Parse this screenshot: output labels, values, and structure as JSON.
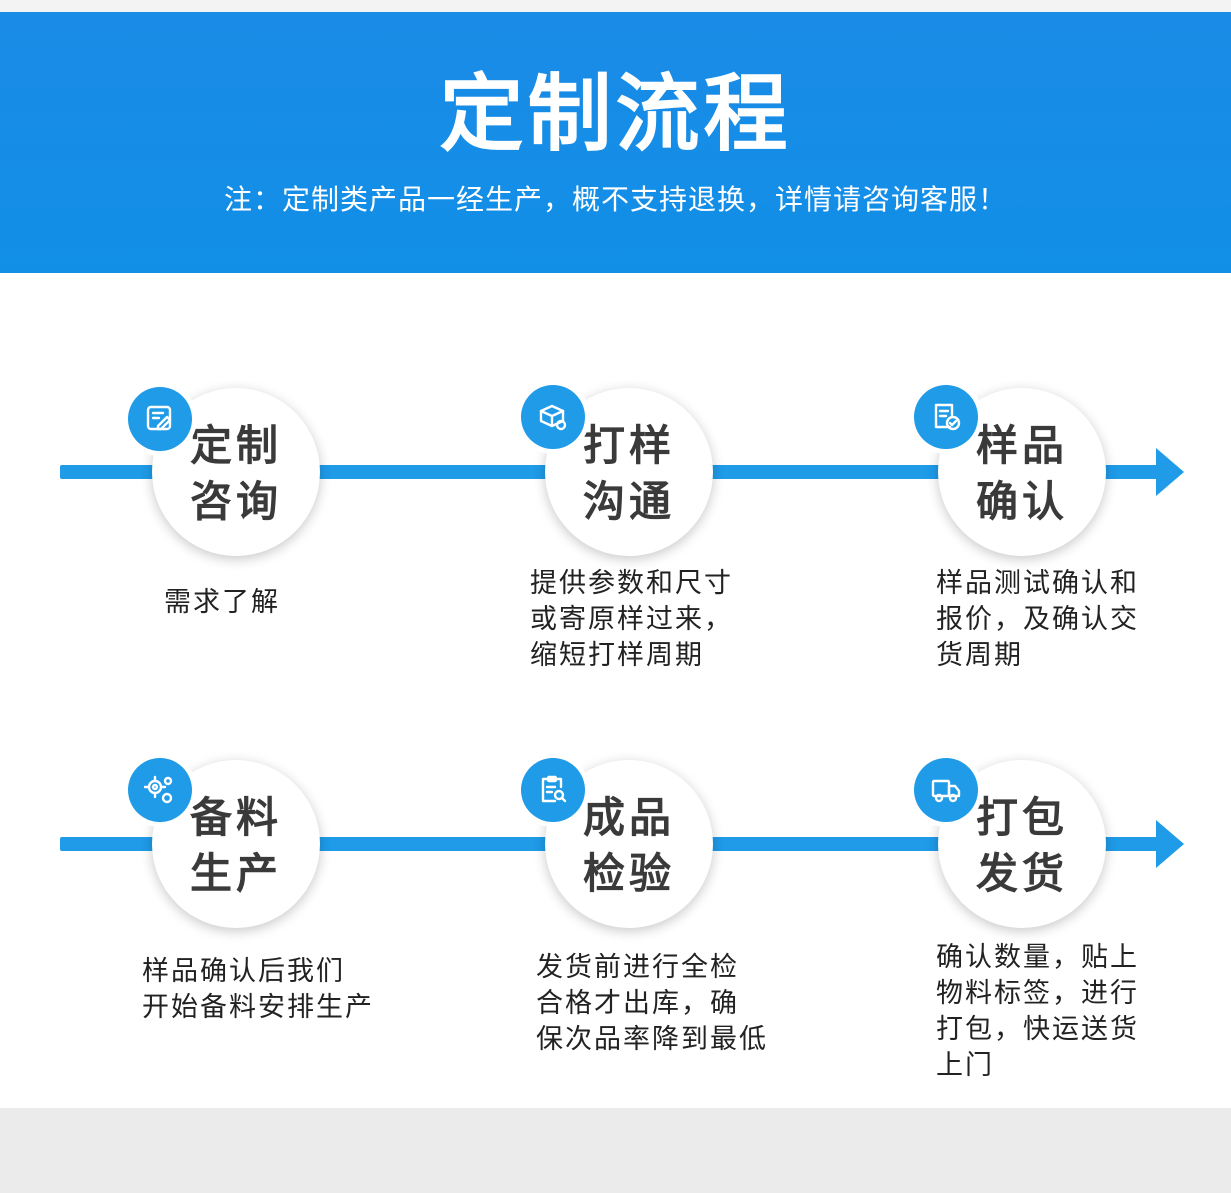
{
  "header": {
    "title": "定制流程",
    "note": "注：定制类产品一经生产，概不支持退换，详情请咨询客服！"
  },
  "steps": [
    {
      "line1": "定制",
      "line2": "咨询",
      "icon": "edit-doc-icon",
      "desc": "需求了解"
    },
    {
      "line1": "打样",
      "line2": "沟通",
      "icon": "box-gear-icon",
      "desc": "提供参数和尺寸\n或寄原样过来，\n缩短打样周期"
    },
    {
      "line1": "样品",
      "line2": "确认",
      "icon": "doc-check-icon",
      "desc": "样品测试确认和\n报价，及确认交\n货周期"
    },
    {
      "line1": "备料",
      "line2": "生产",
      "icon": "gears-icon",
      "desc": "样品确认后我们\n开始备料安排生产"
    },
    {
      "line1": "成品",
      "line2": "检验",
      "icon": "clipboard-search-icon",
      "desc": "发货前进行全检\n合格才出库，确\n保次品率降到最低"
    },
    {
      "line1": "打包",
      "line2": "发货",
      "icon": "truck-icon",
      "desc": "确认数量，贴上\n物料标签，进行\n打包，快运送货\n上门"
    }
  ],
  "colors": {
    "accent": "#1f9be8",
    "header_bg": "#118fe7",
    "text": "#3a3a3a"
  }
}
